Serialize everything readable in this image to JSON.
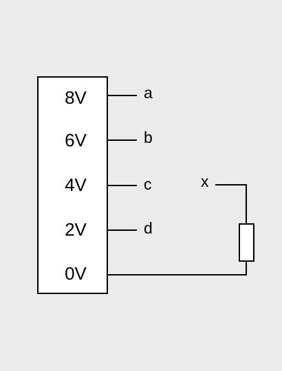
{
  "colors": {
    "background": "#ebebeb",
    "box_fill": "#ffffff",
    "stroke": "#000000"
  },
  "supply": {
    "outputs": [
      {
        "voltage": "8V",
        "terminal": "a"
      },
      {
        "voltage": "6V",
        "terminal": "b"
      },
      {
        "voltage": "4V",
        "terminal": "c"
      },
      {
        "voltage": "2V",
        "terminal": "d"
      },
      {
        "voltage": "0V",
        "terminal": ""
      }
    ]
  },
  "probe": {
    "label": "x"
  },
  "resistor": {
    "symbol": "resistor-icon"
  }
}
